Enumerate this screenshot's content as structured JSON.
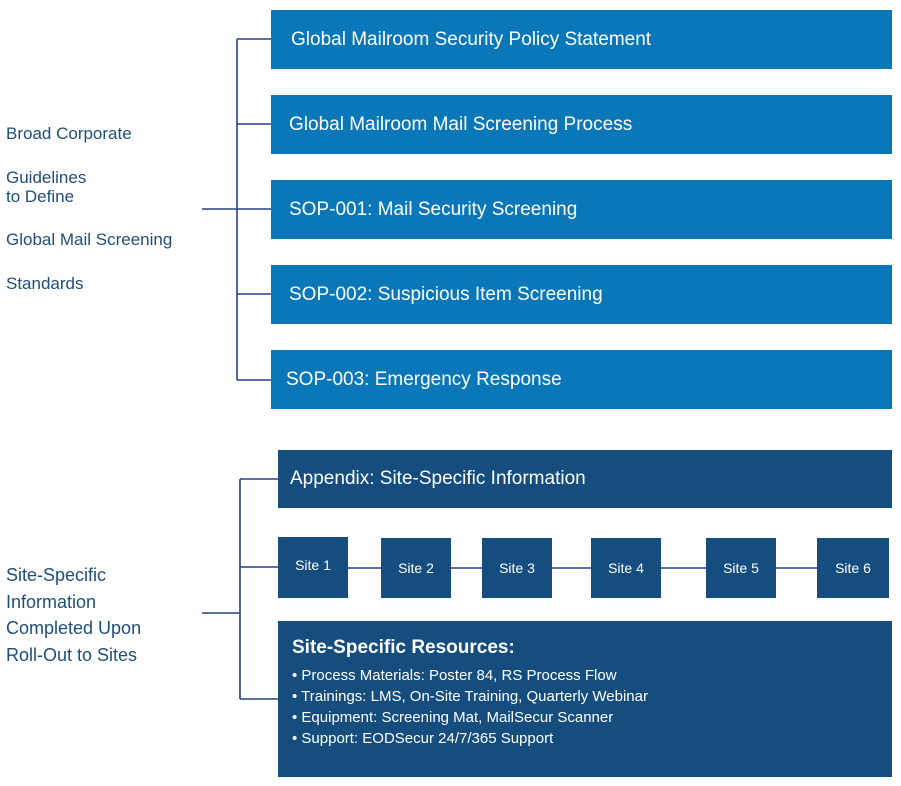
{
  "top_group": {
    "label_lines": [
      "Broad Corporate",
      "Guidelines",
      "to Define",
      "Global Mail Screening",
      "Standards"
    ],
    "items": [
      "Global Mailroom Security Policy Statement",
      "Global Mailroom Mail Screening Process",
      "SOP-001: Mail Security Screening",
      "SOP-002: Suspicious Item Screening",
      "SOP-003: Emergency Response"
    ]
  },
  "bottom_group": {
    "label_lines": [
      "Site-Specific",
      "Information",
      "Completed Upon",
      "Roll-Out to Sites"
    ],
    "appendix": "Appendix: Site-Specific Information",
    "sites": [
      "Site 1",
      "Site 2",
      "Site 3",
      "Site 4",
      "Site 5",
      "Site 6"
    ],
    "resources": {
      "title": "Site-Specific Resources:",
      "items": [
        "• Process Materials: Poster 84, RS Process Flow",
        "• Trainings: LMS, On-Site Training, Quarterly Webinar",
        "• Equipment: Screening Mat, MailSecur Scanner",
        "• Support: EODSecur 24/7/365 Support"
      ]
    }
  },
  "colors": {
    "light_box": "#0a78b8",
    "dark_box": "#154d7e",
    "label_text": "#1f4e79",
    "connector": "#2b3f8c"
  }
}
